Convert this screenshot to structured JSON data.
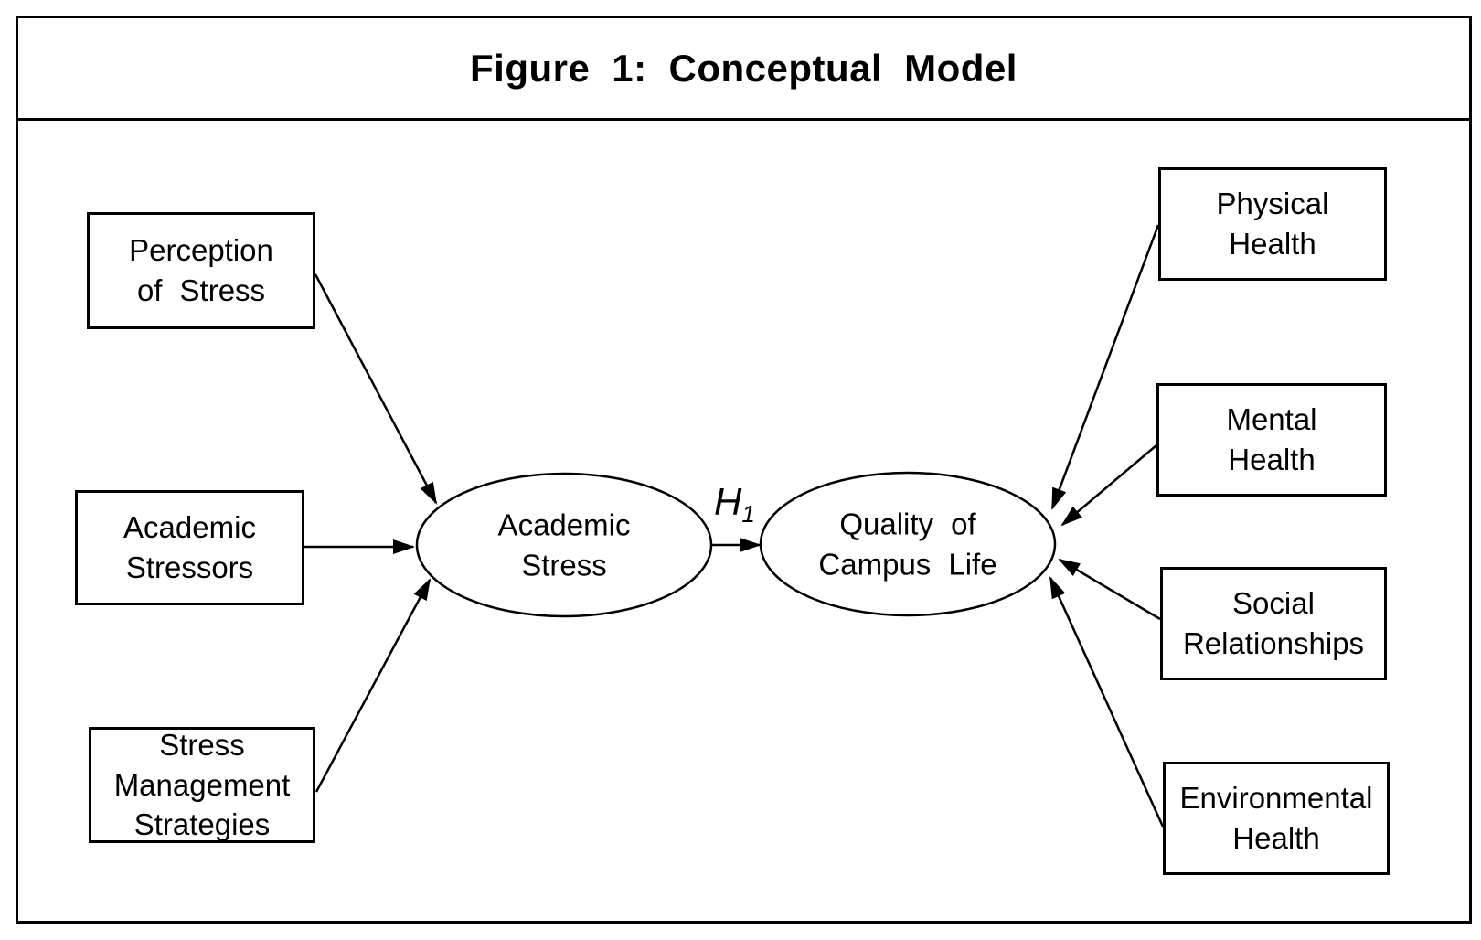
{
  "figure": {
    "title": "Figure 1: Conceptual Model"
  },
  "colors": {
    "ink": "#000000",
    "background": "#ffffff"
  },
  "hypothesis": {
    "base": "H",
    "sub": "1"
  },
  "antecedents": [
    {
      "id": "perception-of-stress",
      "lines": [
        "Perception",
        "of Stress"
      ]
    },
    {
      "id": "academic-stressors",
      "lines": [
        "Academic",
        "Stressors"
      ]
    },
    {
      "id": "stress-management-strategies",
      "lines": [
        "Stress",
        "Management",
        "Strategies"
      ]
    }
  ],
  "constructs": [
    {
      "id": "academic-stress",
      "lines": [
        "Academic",
        "Stress"
      ]
    },
    {
      "id": "quality-of-campus-life",
      "lines": [
        "Quality of",
        "Campus Life"
      ]
    }
  ],
  "outcomes": [
    {
      "id": "physical-health",
      "lines": [
        "Physical",
        "Health"
      ]
    },
    {
      "id": "mental-health",
      "lines": [
        "Mental",
        "Health"
      ]
    },
    {
      "id": "social-relationships",
      "lines": [
        "Social",
        "Relationships"
      ]
    },
    {
      "id": "environmental-health",
      "lines": [
        "Environmental",
        "Health"
      ]
    }
  ],
  "relations": [
    {
      "from": "perception-of-stress",
      "to": "academic-stress"
    },
    {
      "from": "academic-stressors",
      "to": "academic-stress"
    },
    {
      "from": "stress-management-strategies",
      "to": "academic-stress"
    },
    {
      "from": "academic-stress",
      "to": "quality-of-campus-life",
      "label": "H1"
    },
    {
      "from": "physical-health",
      "to": "quality-of-campus-life"
    },
    {
      "from": "mental-health",
      "to": "quality-of-campus-life"
    },
    {
      "from": "social-relationships",
      "to": "quality-of-campus-life"
    },
    {
      "from": "environmental-health",
      "to": "quality-of-campus-life"
    }
  ]
}
